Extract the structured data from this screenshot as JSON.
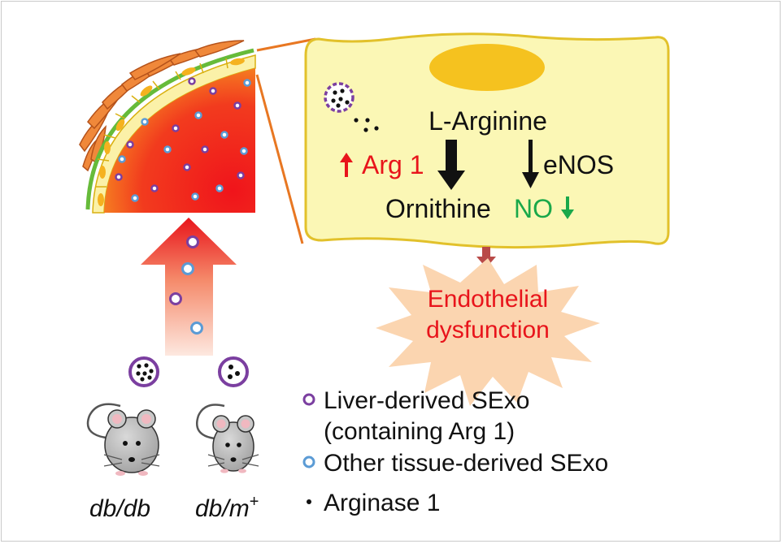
{
  "cell": {
    "substrate": "L-Arginine",
    "arg_label": "Arg 1",
    "enos_label": "eNOS",
    "product1": "Ornithine",
    "product2": "NO"
  },
  "outcome": {
    "line1": "Endothelial",
    "line2": "dysfunction"
  },
  "mice": {
    "left_label": "db/db",
    "right_label_base": "db/m",
    "right_label_sup": "+"
  },
  "legend": {
    "liver_line1": "Liver-derived SExo",
    "liver_line2": "(containing Arg 1)",
    "other": "Other tissue-derived SExo",
    "arginase": "Arginase 1"
  },
  "colors": {
    "liver_exo": "#7b3fa0",
    "other_exo": "#5b9bd5",
    "cell_fill": "#fbf7b5",
    "nucleus": "#f5c21f",
    "up_red": "#e8141b",
    "no_green": "#1aa84a",
    "burst": "#fbd5b0"
  }
}
